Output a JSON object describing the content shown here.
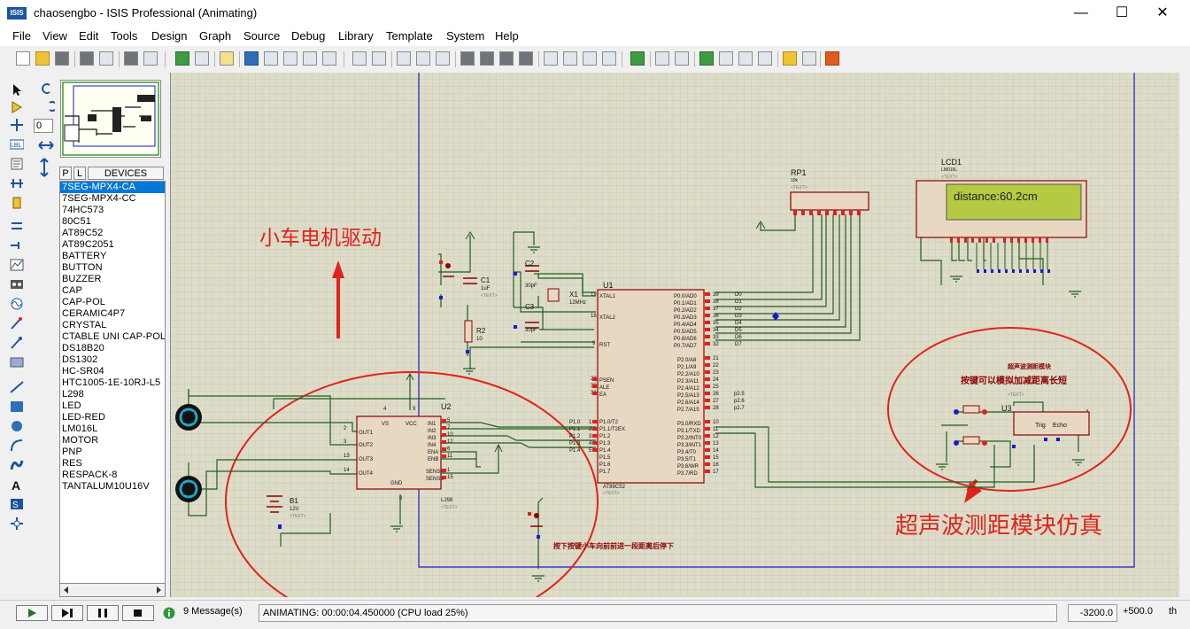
{
  "window": {
    "title": "chaosengbo - ISIS Professional (Animating)",
    "icon": "ISIS",
    "minimize": "—",
    "maximize": "☐",
    "close": "✕"
  },
  "menu": [
    "File",
    "View",
    "Edit",
    "Tools",
    "Design",
    "Graph",
    "Source",
    "Debug",
    "Library",
    "Template",
    "System",
    "Help"
  ],
  "side": {
    "zoom_value": "0",
    "tab_p": "P",
    "tab_l": "L",
    "devices_label": "DEVICES"
  },
  "devices": [
    "7SEG-MPX4-CA",
    "7SEG-MPX4-CC",
    "74HC573",
    "80C51",
    "AT89C52",
    "AT89C2051",
    "BATTERY",
    "BUTTON",
    "BUZZER",
    "CAP",
    "CAP-POL",
    "CERAMIC4P7",
    "CRYSTAL",
    "CTABLE UNI CAP-POL",
    "DS18B20",
    "DS1302",
    "HC-SR04",
    "HTC1005-1E-10RJ-L5",
    "L298",
    "LED",
    "LED-RED",
    "LM016L",
    "MOTOR",
    "PNP",
    "RES",
    "RESPACK-8",
    "TANTALUM10U16V"
  ],
  "selected_device": "7SEG-MPX4-CA",
  "schematic": {
    "annotation_left": "小车电机驱动",
    "annotation_right": "超声波测距模块仿真",
    "lcd_ref": "LCD1",
    "lcd_part": "LM016L",
    "lcd_text": "distance:60.2cm",
    "rp_ref": "RP1",
    "rp_val": "10k",
    "mcu_ref": "U1",
    "mcu_part": "AT89C52",
    "driver_ref": "U2",
    "driver_part": "L298",
    "sensor_ref": "U3",
    "sensor_title": "超声波测距模块",
    "sensor_note": "按键可以模拟加减距离长短",
    "trig_label": "Trig",
    "echo_label": "Echo",
    "bottom_note": "按下按键小车向前前进一段距离后停下",
    "battery_ref": "B1",
    "battery_val": "12V",
    "c1_ref": "C1",
    "c1_val": "1uF",
    "c2_ref": "C2",
    "c2_val": "30pF",
    "c3_ref": "C3",
    "c3_val": "30pF",
    "x1_ref": "X1",
    "x1_val": "12MHz",
    "r2_ref": "R2",
    "r2_val": "10",
    "text_tag": "<TEXT>"
  },
  "status": {
    "messages": "9 Message(s)",
    "animating": "ANIMATING: 00:00:04.450000 (CPU load 25%)",
    "coord_x": "-3200.0",
    "coord_y": "+500.0",
    "unit": "th"
  },
  "colors": {
    "wire": "#1f5e1f",
    "component": "#8b0000",
    "pin_red": "#e02020",
    "annotation_red": "#e0231c",
    "sheet_border": "#1a1acb",
    "lcd_bg": "#b6c942"
  }
}
